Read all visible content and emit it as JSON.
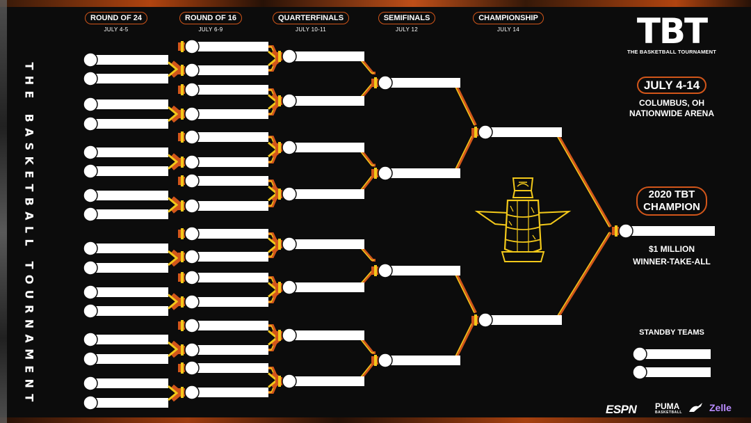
{
  "side_title": "THE BASKETBALL TOURNAMENT",
  "rounds": [
    {
      "name": "ROUND OF 24",
      "dates": "JULY 4-5"
    },
    {
      "name": "ROUND OF 16",
      "dates": "JULY 6-9"
    },
    {
      "name": "QUARTERFINALS",
      "dates": "JULY 10-11"
    },
    {
      "name": "SEMIFINALS",
      "dates": "JULY 12"
    },
    {
      "name": "CHAMPIONSHIP",
      "dates": "JULY 14"
    }
  ],
  "logo": {
    "mark": "TBT",
    "subtitle": "THE BASKETBALL TOURNAMENT"
  },
  "event": {
    "dates": "JULY 4-14",
    "city": "COLUMBUS, OH",
    "venue": "NATIONWIDE ARENA"
  },
  "champion": {
    "title_line1": "2020 TBT",
    "title_line2": "CHAMPION",
    "prize_line1": "$1 MILLION",
    "prize_line2": "WINNER-TAKE-ALL"
  },
  "standby": {
    "title": "STANDBY TEAMS"
  },
  "sponsors": {
    "espn": "ESPN",
    "puma": "PUMA",
    "puma_sub": "BASKETBALL",
    "zelle": "Zelle"
  },
  "colors": {
    "accent": "#d2561a",
    "yellow": "#f2c81a",
    "slot": "#ffffff",
    "background": "#0c0c0c"
  }
}
